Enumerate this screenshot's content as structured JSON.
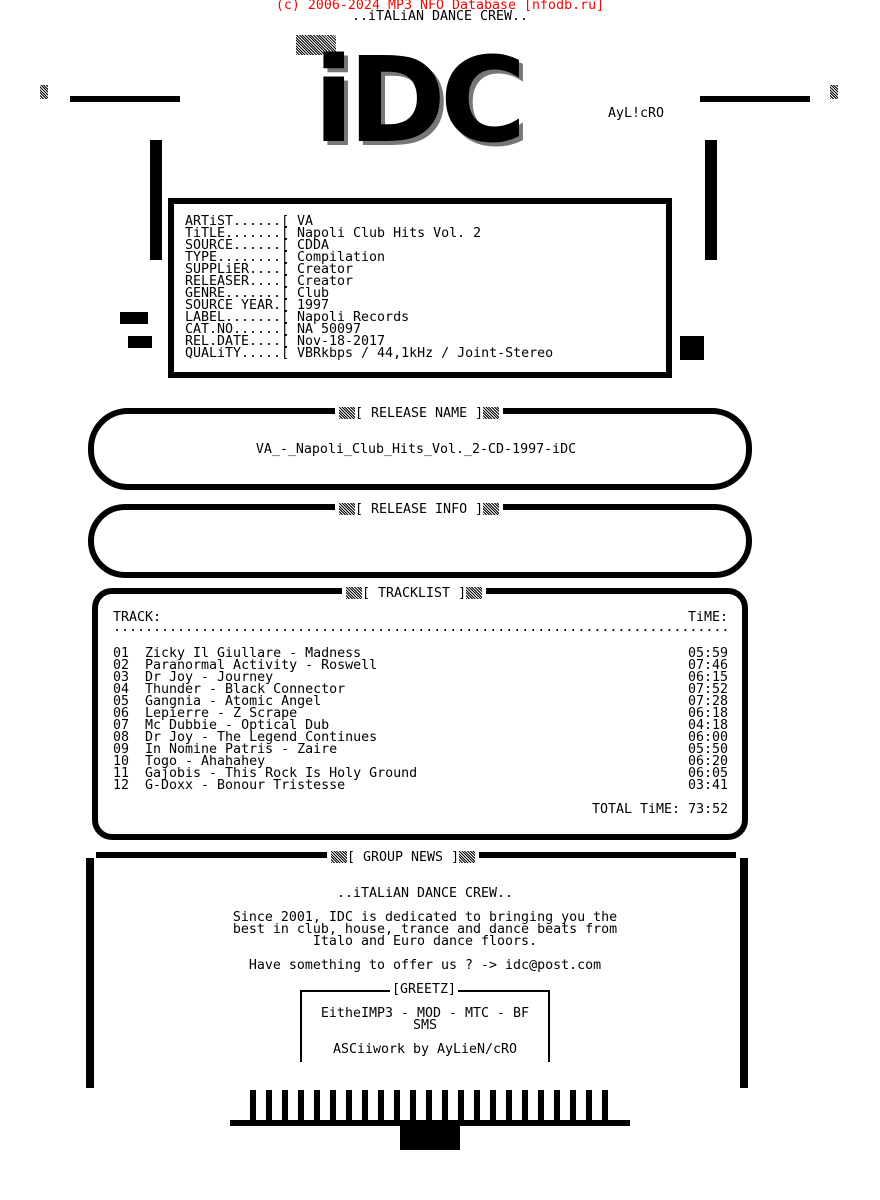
{
  "header": {
    "copyright": "(c) 2006-2024 MP3 NFO Database [nfodb.ru]",
    "copyright_color": "#ff0000",
    "group_tagline": "..iTALiAN DANCE CREW..",
    "logo_text": "iDC",
    "art_signature": "AyL!cRO"
  },
  "info": {
    "rows": [
      {
        "label": "ARTiST......[",
        "value": "VA"
      },
      {
        "label": "TiTLE.......[",
        "value": "Napoli Club Hits Vol. 2"
      },
      {
        "label": "SOURCE......[",
        "value": "CDDA"
      },
      {
        "label": "TYPE........[",
        "value": "Compilation"
      },
      {
        "label": "SUPPLiER....[",
        "value": "Creator"
      },
      {
        "label": "RELEASER....[",
        "value": "Creator"
      },
      {
        "label": "GENRE.......[",
        "value": "Club"
      },
      {
        "label": "SOURCE YEAR.[",
        "value": "1997"
      },
      {
        "label": "LABEL.......[",
        "value": "Napoli Records"
      },
      {
        "label": "CAT.NO......[",
        "value": "NA 50097"
      },
      {
        "label": "REL.DATE....[",
        "value": "Nov-18-2017"
      },
      {
        "label": "QUALiTY.....[",
        "value": "VBRkbps / 44,1kHz / Joint-Stereo"
      }
    ]
  },
  "release_name": {
    "heading": "[ RELEASE NAME ]",
    "value": "VA_-_Napoli_Club_Hits_Vol._2-CD-1997-iDC"
  },
  "release_info": {
    "heading": "[ RELEASE INFO ]"
  },
  "tracklist": {
    "heading": "[ TRACKLIST ]",
    "col_track": "TRACK:",
    "col_time": "TiME:",
    "separator": "..........................................................................................",
    "tracks": [
      {
        "num": "01",
        "title": "Zicky Il Giullare - Madness",
        "time": "05:59"
      },
      {
        "num": "02",
        "title": "Paranormal Activity - Roswell",
        "time": "07:46"
      },
      {
        "num": "03",
        "title": "Dr Joy - Journey",
        "time": "06:15"
      },
      {
        "num": "04",
        "title": "Thunder - Black Connector",
        "time": "07:52"
      },
      {
        "num": "05",
        "title": "Gangnia - Atomic Angel",
        "time": "07:28"
      },
      {
        "num": "06",
        "title": "Lepierre - Z Scrape",
        "time": "06:18"
      },
      {
        "num": "07",
        "title": "Mc Dubbie - Optical Dub",
        "time": "04:18"
      },
      {
        "num": "08",
        "title": "Dr Joy - The Legend Continues",
        "time": "06:00"
      },
      {
        "num": "09",
        "title": "In Nomine Patris - Zaire",
        "time": "05:50"
      },
      {
        "num": "10",
        "title": "Togo - Ahahahey",
        "time": "06:20"
      },
      {
        "num": "11",
        "title": "Gajobis - This Rock Is Holy Ground",
        "time": "06:05"
      },
      {
        "num": "12",
        "title": "G-Doxx - Bonour Tristesse",
        "time": "03:41"
      }
    ],
    "total": "TOTAL TiME: 73:52"
  },
  "group_news": {
    "heading": "[ GROUP NEWS ]",
    "tagline": "..iTALiAN DANCE CREW..",
    "lines": [
      "Since 2001, IDC is dedicated to bringing you the",
      "best in club, house, trance and dance beats from",
      "Italo and Euro dance floors."
    ],
    "contact": "Have something to offer us ? -> idc@post.com",
    "greetz_heading": "[GREETZ]",
    "greetz_lines": [
      "EitheIMP3 - MOD - MTC - BF",
      "SMS"
    ],
    "credit": "ASCiiwork by AyLieN/cRO"
  }
}
